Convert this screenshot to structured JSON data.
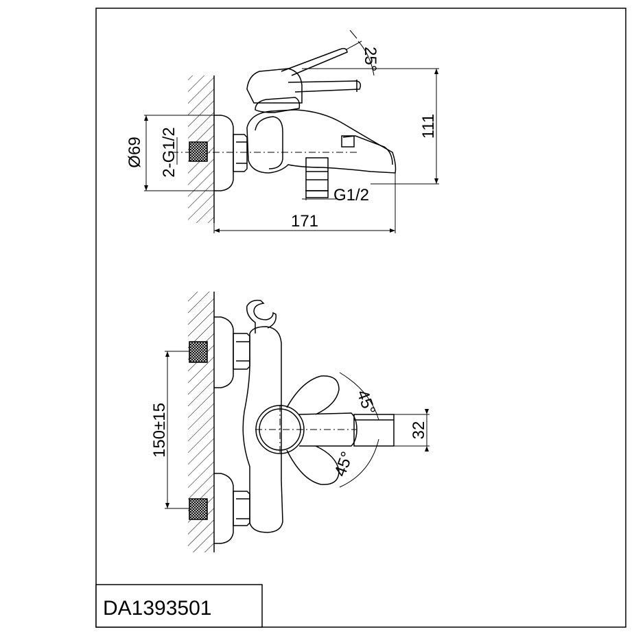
{
  "model_code": "DA1393501",
  "side_view": {
    "angle_lever": "25°",
    "height": "111",
    "length": "171",
    "flange_diameter": "Ø69",
    "inlet_thread": "2-G1/2",
    "outlet_thread": "G1/2"
  },
  "front_view": {
    "inlet_spacing": "150±15",
    "angle_upper": "45°",
    "angle_lower": "45°",
    "spout_width": "32"
  },
  "colors": {
    "line": "#000000",
    "background": "#ffffff"
  }
}
